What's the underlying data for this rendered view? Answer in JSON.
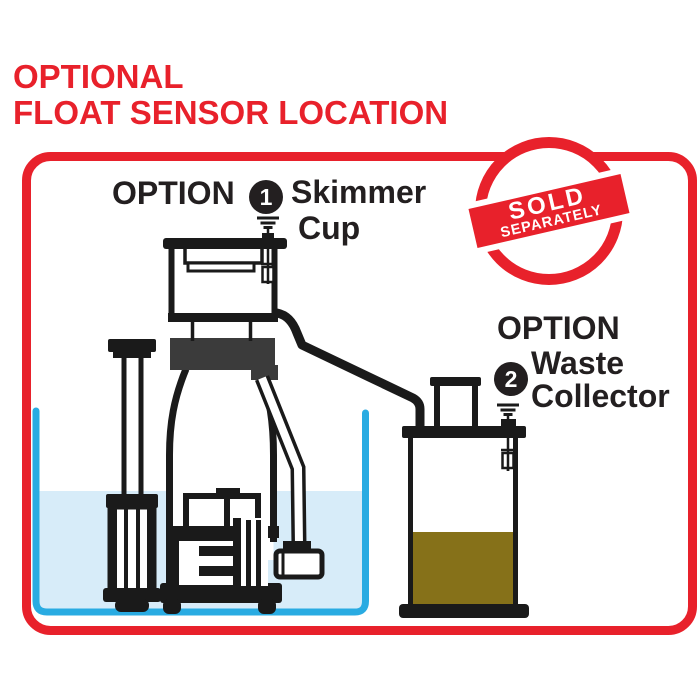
{
  "title": {
    "line1": "OPTIONAL",
    "line2": "FLOAT SENSOR LOCATION"
  },
  "badge": {
    "line1": "SOLD",
    "line2": "SEPARATELY"
  },
  "option1": {
    "label": "OPTION",
    "number": "1",
    "name_line1": "Skimmer",
    "name_line2": "Cup"
  },
  "option2": {
    "label": "OPTION",
    "number": "2",
    "name_line1": "Waste",
    "name_line2": "Collector"
  },
  "colors": {
    "accent_red": "#E8212B",
    "ink_black": "#231F20",
    "sump_blue": "#29ABE2",
    "water_blue": "#D7ECF9",
    "waste_olive": "#867119",
    "collar_gray": "#3B3B3B"
  }
}
